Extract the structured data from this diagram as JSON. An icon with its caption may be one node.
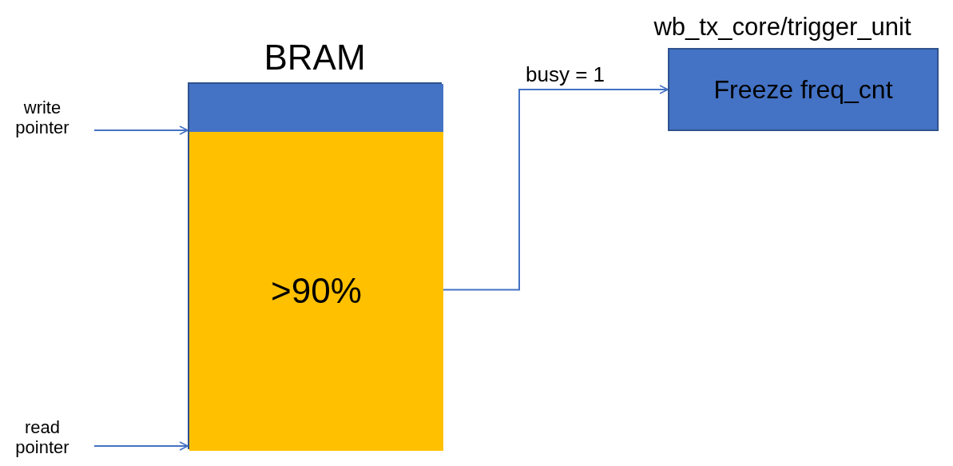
{
  "diagram": {
    "nodes": [
      {
        "text": [
          "BRAM"
        ]
      },
      {
        "text": [],
        "shape": "bar",
        "in": 0
      },
      {
        "text": [
          ">90%"
        ],
        "in": 0
      },
      {
        "text": [
          "write pointer"
        ]
      },
      {
        "text": [
          "read pointer"
        ]
      },
      {
        "text": [
          "wb_tx_core/trigger_unit",
          "Freeze freq_cnt"
        ]
      }
    ],
    "edges": [
      {
        "from": 3,
        "to": 0,
        "arrow": "to"
      },
      {
        "from": 4,
        "to": 0,
        "arrow": "to"
      },
      {
        "from": 2,
        "to": 5,
        "arrow": "to",
        "label": "busy = 1"
      }
    ]
  }
}
